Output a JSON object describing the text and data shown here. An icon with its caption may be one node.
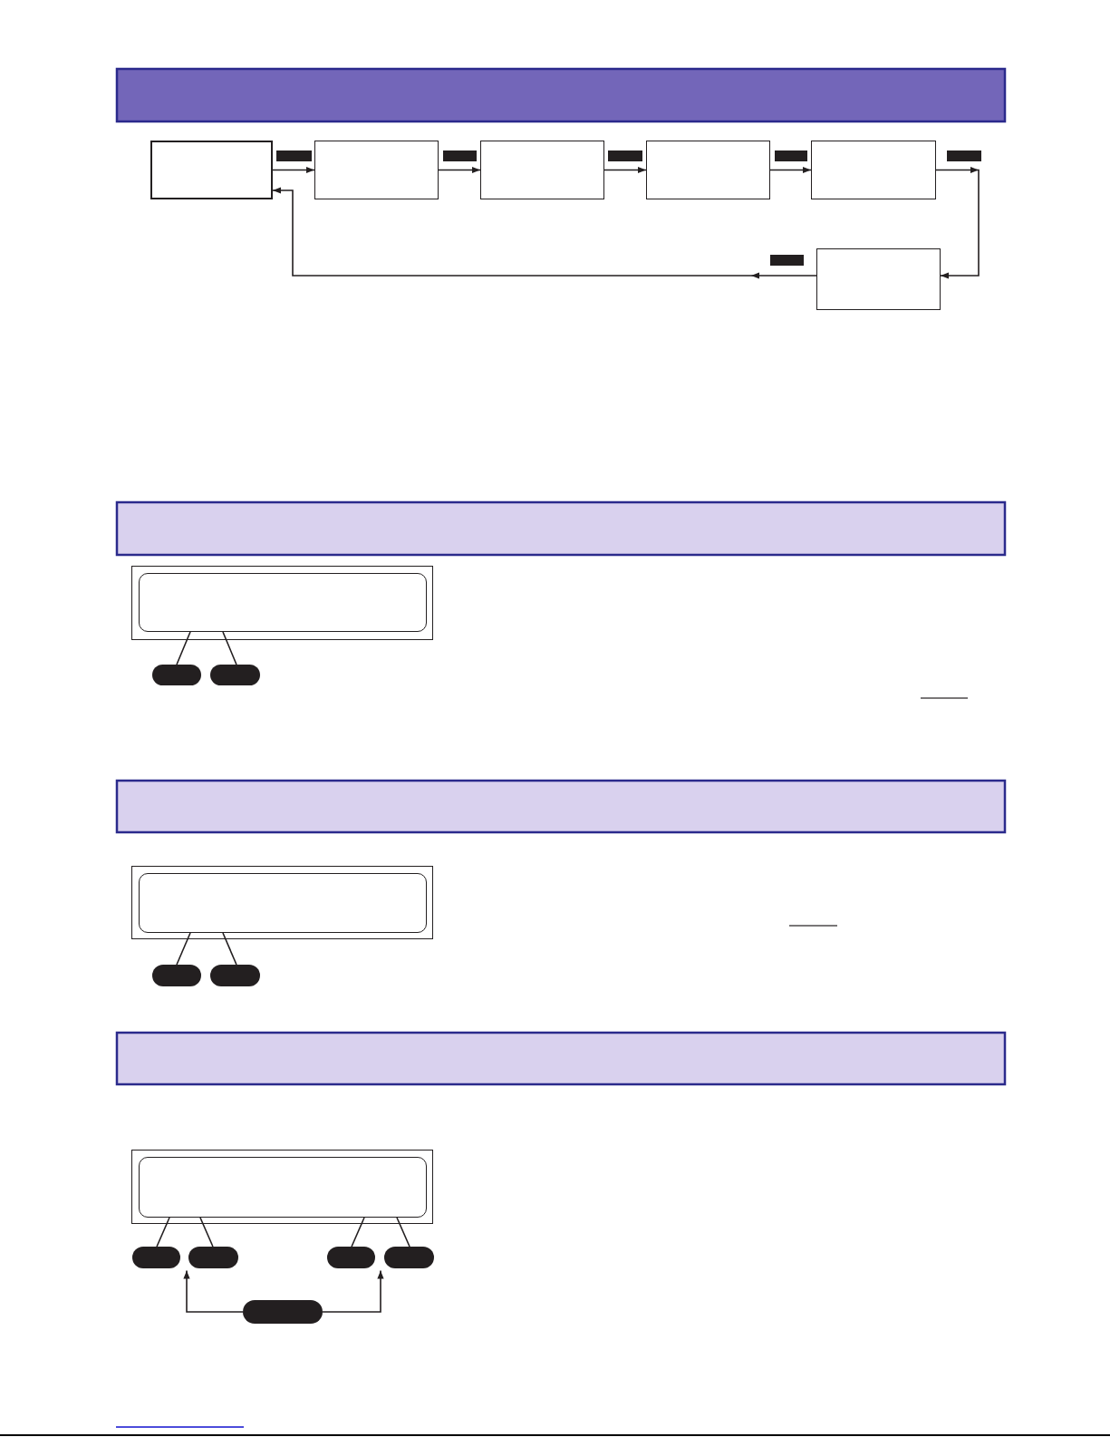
{
  "diagram": {
    "nodes": [
      {
        "text": [],
        "shape": "box"
      },
      {
        "text": [],
        "shape": "box"
      },
      {
        "text": [],
        "shape": "box"
      },
      {
        "text": [],
        "shape": "box"
      },
      {
        "text": [],
        "shape": "box"
      },
      {
        "text": [],
        "shape": "box"
      },
      {
        "text": [],
        "shape": "box"
      },
      {
        "text": [],
        "shape": "box",
        "in": 6
      },
      {
        "text": [],
        "shape": "pill"
      },
      {
        "text": [],
        "shape": "pill"
      },
      {
        "text": [],
        "shape": "box"
      },
      {
        "text": [],
        "shape": "box",
        "in": 10
      },
      {
        "text": [],
        "shape": "pill"
      },
      {
        "text": [],
        "shape": "pill"
      },
      {
        "text": [],
        "shape": "box"
      },
      {
        "text": [],
        "shape": "box",
        "in": 14
      },
      {
        "text": [],
        "shape": "pill"
      },
      {
        "text": [],
        "shape": "pill"
      },
      {
        "text": [],
        "shape": "pill"
      },
      {
        "text": [],
        "shape": "pill"
      },
      {
        "text": [],
        "shape": "pill"
      }
    ],
    "edges": [
      {
        "from": 0,
        "to": 1,
        "arrow": "to"
      },
      {
        "from": 1,
        "to": 2,
        "arrow": "to"
      },
      {
        "from": 2,
        "to": 3,
        "arrow": "to"
      },
      {
        "from": 3,
        "to": 4,
        "arrow": "to"
      },
      {
        "from": 4,
        "to": 5,
        "arrow": "to"
      },
      {
        "from": 5,
        "to": 0,
        "arrow": "to"
      },
      {
        "from": 8,
        "to": 7,
        "arrow": "none"
      },
      {
        "from": 9,
        "to": 7,
        "arrow": "none"
      },
      {
        "from": 12,
        "to": 11,
        "arrow": "none"
      },
      {
        "from": 13,
        "to": 11,
        "arrow": "none"
      },
      {
        "from": 16,
        "to": 15,
        "arrow": "none"
      },
      {
        "from": 17,
        "to": 15,
        "arrow": "none"
      },
      {
        "from": 18,
        "to": 15,
        "arrow": "none"
      },
      {
        "from": 19,
        "to": 15,
        "arrow": "none"
      },
      {
        "from": 20,
        "to": 16,
        "arrow": "to"
      },
      {
        "from": 20,
        "to": 18,
        "arrow": "to"
      }
    ]
  }
}
